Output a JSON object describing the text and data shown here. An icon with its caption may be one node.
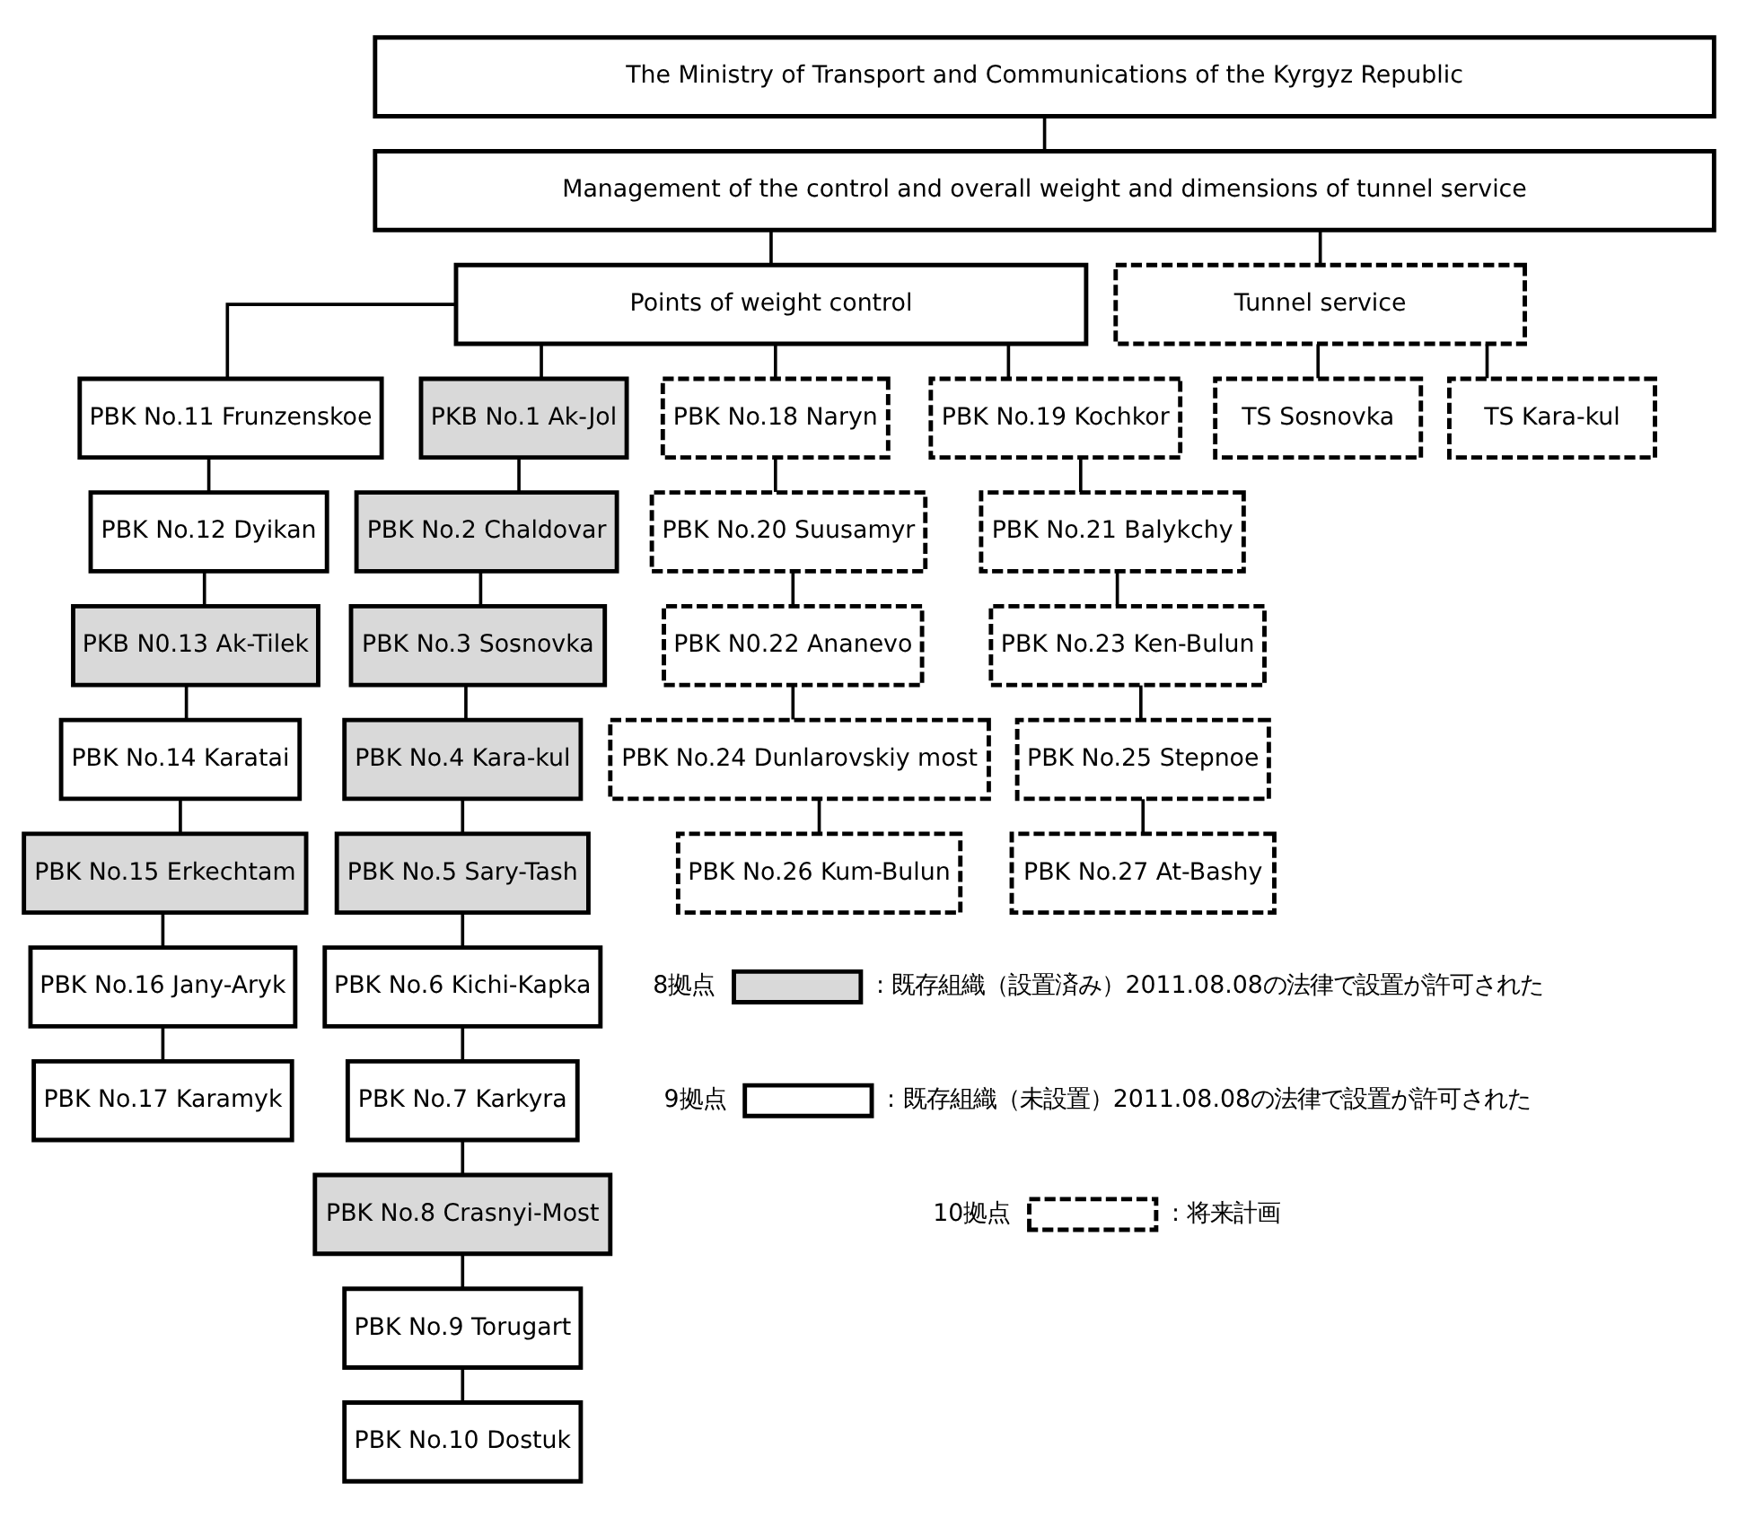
{
  "diagram": {
    "nodes": [
      {
        "text": [
          "The Ministry of Transport and Communications of the Kyrgyz Republic"
        ]
      },
      {
        "text": [
          "Management of the control and overall weight and dimensions of tunnel service"
        ]
      },
      {
        "text": [
          "Points of weight control"
        ]
      },
      {
        "text": [
          "Tunnel service"
        ]
      },
      {
        "text": [
          "PBK No.11 Frunzenskoe"
        ]
      },
      {
        "text": [
          "PBK No.12 Dyikan"
        ]
      },
      {
        "text": [
          "PKB N0.13 Ak-Tilek"
        ]
      },
      {
        "text": [
          "PBK No.14 Karatai"
        ]
      },
      {
        "text": [
          "PBK No.15 Erkechtam"
        ]
      },
      {
        "text": [
          "PBK No.16 Jany-Aryk"
        ]
      },
      {
        "text": [
          "PBK No.17 Karamyk"
        ]
      },
      {
        "text": [
          "PKB No.1 Ak-Jol"
        ]
      },
      {
        "text": [
          "PBK No.2 Chaldovar"
        ]
      },
      {
        "text": [
          "PBK No.3 Sosnovka"
        ]
      },
      {
        "text": [
          "PBK No.4 Kara-kul"
        ]
      },
      {
        "text": [
          "PBK No.5 Sary-Tash"
        ]
      },
      {
        "text": [
          "PBK No.6 Kichi-Kapka"
        ]
      },
      {
        "text": [
          "PBK No.7 Karkyra"
        ]
      },
      {
        "text": [
          "PBK No.8 Crasnyi-Most"
        ]
      },
      {
        "text": [
          "PBK No.9 Torugart"
        ]
      },
      {
        "text": [
          "PBK No.10 Dostuk"
        ]
      },
      {
        "text": [
          "PBK No.18 Naryn"
        ]
      },
      {
        "text": [
          "PBK No.20 Suusamyr"
        ]
      },
      {
        "text": [
          "PBK N0.22 Ananevo"
        ]
      },
      {
        "text": [
          "PBK No.24 Dunlarovskiy most"
        ]
      },
      {
        "text": [
          "PBK No.26 Kum-Bulun"
        ]
      },
      {
        "text": [
          "PBK No.19 Kochkor"
        ]
      },
      {
        "text": [
          "PBK No.21 Balykchy"
        ]
      },
      {
        "text": [
          "PBK No.23 Ken-Bulun"
        ]
      },
      {
        "text": [
          "PBK No.25 Stepnoe"
        ]
      },
      {
        "text": [
          "PBK No.27 At-Bashy"
        ]
      },
      {
        "text": [
          "TS Sosnovka"
        ]
      },
      {
        "text": [
          "TS Kara-kul"
        ]
      }
    ],
    "edges": [
      {
        "from": 0,
        "to": 1,
        "arrow": "none"
      },
      {
        "from": 1,
        "to": 2,
        "arrow": "none"
      },
      {
        "from": 1,
        "to": 3,
        "arrow": "none"
      },
      {
        "from": 2,
        "to": 4,
        "arrow": "none"
      },
      {
        "from": 4,
        "to": 5,
        "arrow": "none"
      },
      {
        "from": 5,
        "to": 6,
        "arrow": "none"
      },
      {
        "from": 6,
        "to": 7,
        "arrow": "none"
      },
      {
        "from": 7,
        "to": 8,
        "arrow": "none"
      },
      {
        "from": 8,
        "to": 9,
        "arrow": "none"
      },
      {
        "from": 9,
        "to": 10,
        "arrow": "none"
      },
      {
        "from": 2,
        "to": 11,
        "arrow": "none"
      },
      {
        "from": 11,
        "to": 12,
        "arrow": "none"
      },
      {
        "from": 12,
        "to": 13,
        "arrow": "none"
      },
      {
        "from": 13,
        "to": 14,
        "arrow": "none"
      },
      {
        "from": 14,
        "to": 15,
        "arrow": "none"
      },
      {
        "from": 15,
        "to": 16,
        "arrow": "none"
      },
      {
        "from": 16,
        "to": 17,
        "arrow": "none"
      },
      {
        "from": 17,
        "to": 18,
        "arrow": "none"
      },
      {
        "from": 18,
        "to": 19,
        "arrow": "none"
      },
      {
        "from": 19,
        "to": 20,
        "arrow": "none"
      },
      {
        "from": 2,
        "to": 21,
        "arrow": "none"
      },
      {
        "from": 21,
        "to": 22,
        "arrow": "none"
      },
      {
        "from": 22,
        "to": 23,
        "arrow": "none"
      },
      {
        "from": 23,
        "to": 24,
        "arrow": "none"
      },
      {
        "from": 24,
        "to": 25,
        "arrow": "none"
      },
      {
        "from": 2,
        "to": 26,
        "arrow": "none"
      },
      {
        "from": 26,
        "to": 27,
        "arrow": "none"
      },
      {
        "from": 27,
        "to": 28,
        "arrow": "none"
      },
      {
        "from": 28,
        "to": 29,
        "arrow": "none"
      },
      {
        "from": 29,
        "to": 30,
        "arrow": "none"
      },
      {
        "from": 3,
        "to": 31,
        "arrow": "none"
      },
      {
        "from": 3,
        "to": 32,
        "arrow": "none"
      }
    ],
    "labels": [
      "8拠点",
      "9拠点",
      "10拠点"
    ],
    "legend": [
      {
        "text": ": 既存組織（設置済み）2011.08.08の法律で設置が許可された",
        "color": "#d9d9d9"
      },
      {
        "text": ": 既存組織（未設置）2011.08.08の法律で設置が許可された",
        "color": "#ffffff"
      },
      {
        "text": ": 将来計画"
      }
    ]
  }
}
